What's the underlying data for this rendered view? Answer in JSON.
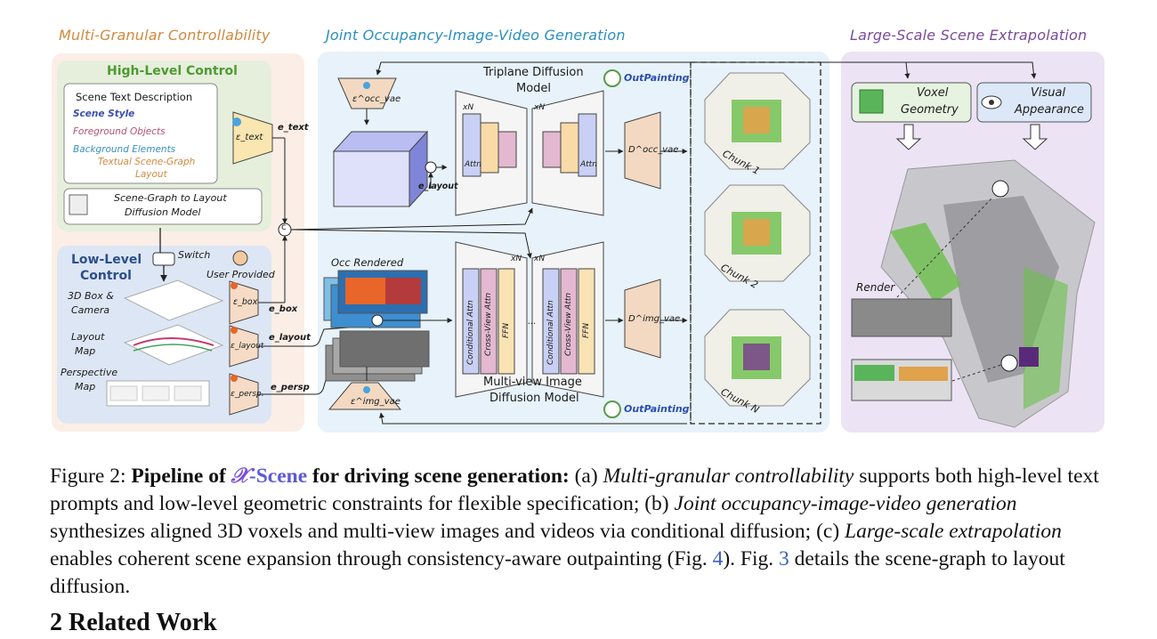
{
  "sections": {
    "left_title": "Multi-Granular Controllability",
    "middle_title": "Joint Occupancy-Image-Video Generation",
    "right_title": "Large-Scale Scene Extrapolation"
  },
  "high_level": {
    "title": "High-Level Control",
    "scene_text_title": "Scene Text Description",
    "items": [
      "Scene Style",
      "Foreground Objects",
      "Background Elements",
      "Textual Scene-Graph",
      "Layout"
    ],
    "encoder": "ε_text",
    "embed": "e_text",
    "sg_model_line1": "Scene-Graph to Layout",
    "sg_model_line2": "Diffusion Model"
  },
  "low_level": {
    "title_line1": "Low-Level",
    "title_line2": "Control",
    "switch": "Switch",
    "user_provided": "User Provided",
    "box_label_line1": "3D Box &",
    "box_label_line2": "Camera",
    "layout_label_line1": "Layout",
    "layout_label_line2": "Map",
    "persp_label_line1": "Perspective",
    "persp_label_line2": "Map",
    "enc_box": "ε_box",
    "enc_layout": "ε_layout",
    "enc_persp": "ε_persp.",
    "emb_box": "e_box",
    "emb_layout": "e_layout",
    "emb_persp": "e_persp",
    "concat": "c"
  },
  "joint": {
    "enc_occ": "ε^occ_vae",
    "dec_occ": "D^occ_vae",
    "enc_img": "ε^img_vae",
    "dec_img": "D^img_vae",
    "e_layout": "e_layout",
    "triplane_line1": "Triplane Diffusion",
    "triplane_line2": "Model",
    "multiview_line1": "Multi-view Image",
    "multiview_line2": "Diffusion Model",
    "outpainting": "OutPainting",
    "occ_rendered": "Occ Rendered",
    "xN": "xN",
    "attn": "Attn",
    "cond_attn": "Conditional Attn",
    "cross_attn": "Cross-View Attn",
    "ffn": "FFN",
    "ellipsis": "..."
  },
  "chunks": [
    "Chunk 1",
    "Chunk 2",
    "Chunk N"
  ],
  "extrapolation": {
    "voxel_line1": "Voxel",
    "voxel_line2": "Geometry",
    "visual_line1": "Visual",
    "visual_line2": "Appearance",
    "render": "Render"
  },
  "caption": {
    "prefix": "Figure 2: ",
    "bold_a": "Pipeline of ",
    "x_symbol": "𝒳",
    "scene": "-Scene",
    "bold_b": " for driving scene generation:",
    "part_a_label": " (a) ",
    "part_a_italic": "Multi-granular controllability",
    "part_a_rest": " supports both high-level text prompts and low-level geometric constraints for flexible specification; (b) ",
    "part_b_italic": "Joint occupancy-image-video generation",
    "part_b_rest": " synthesizes aligned 3D voxels and multi-view images and videos via conditional diffusion; (c) ",
    "part_c_italic": "Large-scale extrapolation",
    "part_c_rest": " enables coherent scene expansion through consistency-aware outpainting (Fig. ",
    "ref4": "4",
    "mid": "). Fig. ",
    "ref3": "3",
    "end": " details the scene-graph to layout diffusion."
  },
  "next_heading": "2   Related Work",
  "colors": {
    "left_panel": "#fbeee6",
    "high_panel": "#e6efdc",
    "low_panel": "#dde6f4",
    "mid_panel": "#e7f2fa",
    "right_panel": "#ece3f5",
    "left_title": "#d08a3e",
    "mid_title": "#2a8fbf",
    "right_title": "#7a4b98",
    "high_title": "#4f9a32"
  }
}
